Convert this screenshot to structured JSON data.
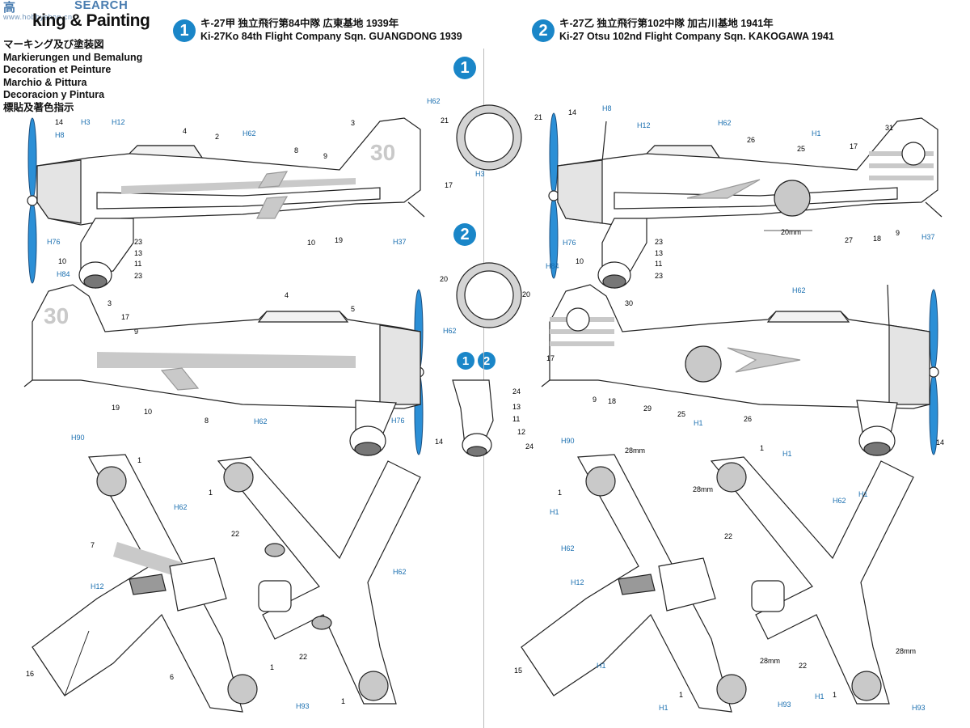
{
  "watermark": {
    "top": "SEARCH",
    "left": "高",
    "sub": "www.hobbyshop.cn"
  },
  "header": {
    "title": "king & Painting",
    "languages": [
      "マーキング及び塗装図",
      "Markierungen und Bemalung",
      "Decoration et Peinture",
      "Marchio & Pittura",
      "Decoracion y Pintura",
      "標貼及著色指示"
    ]
  },
  "versions": [
    {
      "number": "1",
      "line1": "キ-27甲 独立飛行第84中隊 広東基地 1939年",
      "line2": "Ki-27Ko 84th Flight Company Sqn. GUANGDONG 1939"
    },
    {
      "number": "2",
      "line1": "キ-27乙 独立飛行第102中隊 加古川基地 1941年",
      "line2": "Ki-27 Otsu 102nd Flight Company Sqn. KAKOGAWA 1941"
    }
  ],
  "detail_badges": {
    "one": "1",
    "two": "2"
  },
  "colors": {
    "accent": "#1a86c8",
    "camo": "#c9c9c9",
    "line": "#222222"
  },
  "callouts": {
    "h62": "H62",
    "h3": "H3",
    "h8": "H8",
    "h12": "H12",
    "h1": "H1",
    "h76": "H76",
    "h84": "H84",
    "h37": "H37",
    "h90": "H90",
    "h93": "H93",
    "n1": "1",
    "n2": "2",
    "n3": "3",
    "n4": "4",
    "n5": "5",
    "n6": "6",
    "n7": "7",
    "n8": "8",
    "n9": "9",
    "n10": "10",
    "n11": "11",
    "n12": "12",
    "n13": "13",
    "n14": "14",
    "n15": "15",
    "n16": "16",
    "n17": "17",
    "n18": "18",
    "n19": "19",
    "n20": "20",
    "n21": "21",
    "n22": "22",
    "n23": "23",
    "n24": "24",
    "n25": "25",
    "n26": "26",
    "n27": "27",
    "n29": "29",
    "n30": "30",
    "n31": "31",
    "mm20": "20mm",
    "mm28": "28mm",
    "tail_code": "30"
  }
}
